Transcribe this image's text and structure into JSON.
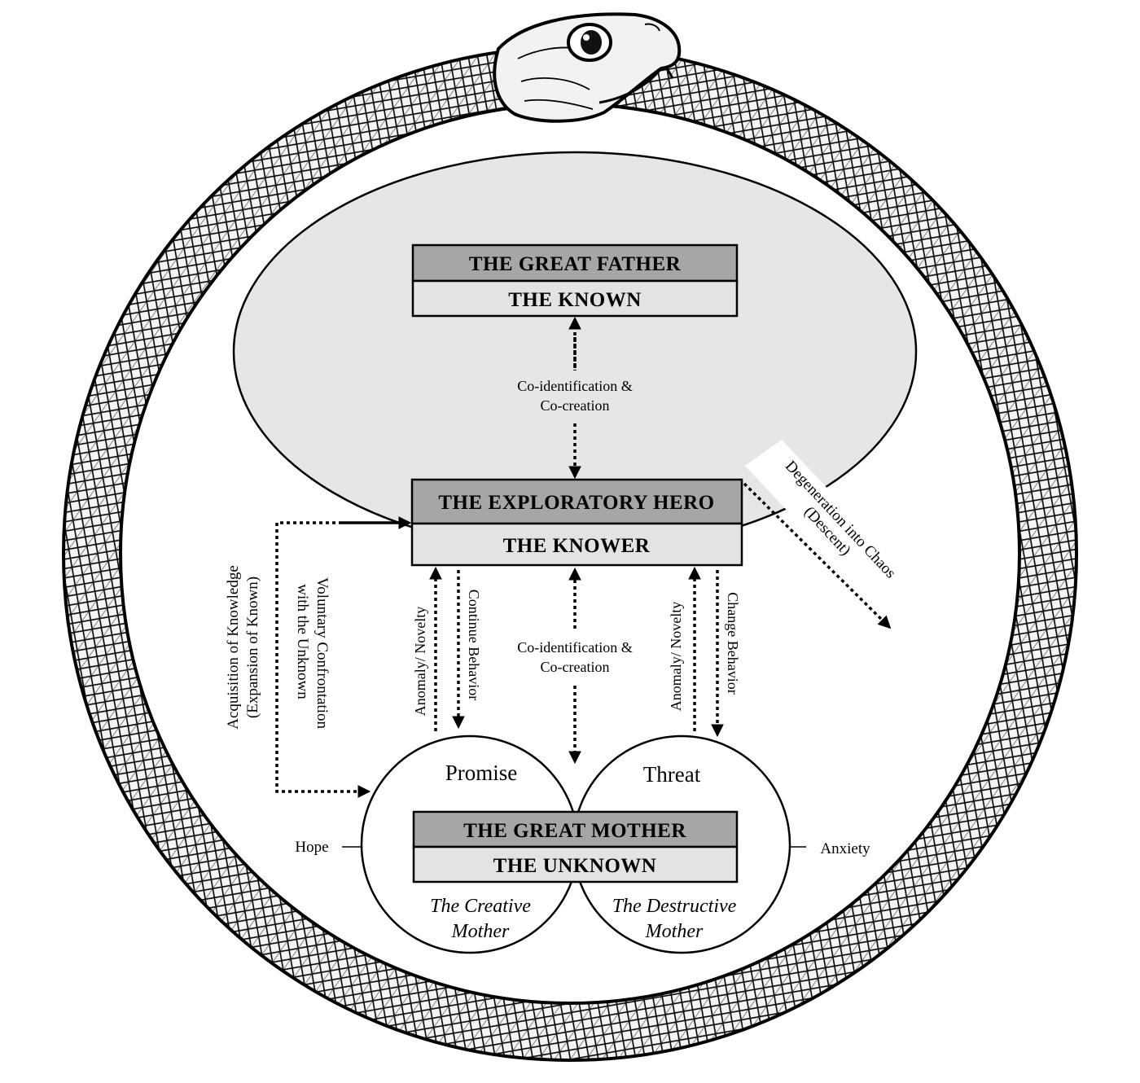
{
  "great_father": {
    "title": "THE GREAT FATHER",
    "subtitle": "THE KNOWN"
  },
  "hero": {
    "title": "THE EXPLORATORY HERO",
    "subtitle": "THE KNOWER"
  },
  "great_mother": {
    "title": "THE GREAT MOTHER",
    "subtitle": "THE UNKNOWN"
  },
  "coid_top": {
    "line1": "Co-identification &",
    "line2": "Co-creation"
  },
  "coid_mid": {
    "line1": "Co-identification &",
    "line2": "Co-creation"
  },
  "degeneration": {
    "line1": "Degeneration into Chaos",
    "line2": "(Descent)"
  },
  "acquisition": {
    "line1": "Acquisition of Knowledge",
    "line2": "(Expansion of Known)"
  },
  "voluntary": {
    "line1": "Voluntary Confrontation",
    "line2": "with the Unknown"
  },
  "anomaly_left": "Anomaly/ Novelty",
  "continue_behavior": "Continue Behavior",
  "anomaly_right": "Anomaly/ Novelty",
  "change_behavior": "Change Behavior",
  "promise": "Promise",
  "threat": "Threat",
  "hope": "Hope",
  "anxiety": "Anxiety",
  "creative_mother": {
    "line1": "The Creative",
    "line2": "Mother"
  },
  "destructive_mother": {
    "line1": "The Destructive",
    "line2": "Mother"
  },
  "colors": {
    "header_fill": "#a6a6a6",
    "sub_fill": "#e3e3e3",
    "ellipse_fill": "#e6e6e6",
    "ink": "#000000"
  }
}
